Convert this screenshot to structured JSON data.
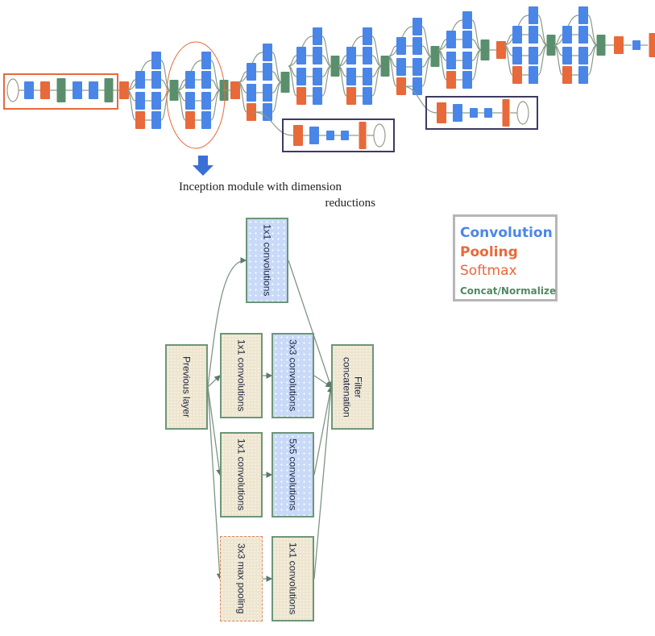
{
  "colors": {
    "convolution": "#4a86e8",
    "pooling": "#e8693a",
    "softmax": "#e8693a",
    "concat": "#5a8f6d",
    "highlight_box": "#e8693a",
    "aux_box": "#3d3a64",
    "edge": "#8a9a8a"
  },
  "caption": {
    "line1": "Inception module with dimension",
    "line2": "reductions"
  },
  "legend": {
    "convolution": "Convolution",
    "pooling": "Pooling",
    "softmax": "Softmax",
    "concat": "Concat/Normalize"
  },
  "network": {
    "nodes": [
      {
        "id": "input",
        "type": "input"
      },
      {
        "id": "c1",
        "type": "conv"
      },
      {
        "id": "p1",
        "type": "pool"
      },
      {
        "id": "n1",
        "type": "concat"
      },
      {
        "id": "c2",
        "type": "conv"
      },
      {
        "id": "c3",
        "type": "conv"
      },
      {
        "id": "n2",
        "type": "concat"
      },
      {
        "id": "p2",
        "type": "pool"
      },
      {
        "id": "i3a",
        "type": "inception"
      },
      {
        "id": "i3b",
        "type": "inception"
      },
      {
        "id": "p3",
        "type": "pool"
      },
      {
        "id": "i4a",
        "type": "inception"
      },
      {
        "id": "i4b",
        "type": "inception"
      },
      {
        "id": "i4c",
        "type": "inception"
      },
      {
        "id": "i4d",
        "type": "inception"
      },
      {
        "id": "i4e",
        "type": "inception"
      },
      {
        "id": "p4",
        "type": "pool"
      },
      {
        "id": "i5a",
        "type": "inception"
      },
      {
        "id": "i5b",
        "type": "inception"
      },
      {
        "id": "avgpool",
        "type": "pool"
      },
      {
        "id": "fc",
        "type": "conv"
      },
      {
        "id": "softmax",
        "type": "softmax"
      },
      {
        "id": "output",
        "type": "output"
      }
    ],
    "aux_classifiers": [
      {
        "from": "i4a",
        "layers": [
          "pool",
          "conv",
          "conv",
          "conv",
          "softmax",
          "output"
        ]
      },
      {
        "from": "i4d",
        "layers": [
          "pool",
          "conv",
          "conv",
          "conv",
          "softmax",
          "output"
        ]
      }
    ],
    "highlighted": {
      "stem_box": "stem layers",
      "ellipse": "i3b"
    }
  },
  "module": {
    "nodes": [
      {
        "id": "prev",
        "label": "Previous layer",
        "style": "beige"
      },
      {
        "id": "b1",
        "label": "1x1 convolutions",
        "style": "blue"
      },
      {
        "id": "b2r",
        "label": "1x1 convolutions",
        "style": "beige"
      },
      {
        "id": "b2",
        "label": "3x3 convolutions",
        "style": "blue"
      },
      {
        "id": "b3r",
        "label": "1x1 convolutions",
        "style": "beige"
      },
      {
        "id": "b3",
        "label": "5x5 convolutions",
        "style": "blue"
      },
      {
        "id": "b4p",
        "label": "3x3 max pooling",
        "style": "beige"
      },
      {
        "id": "b4",
        "label": "1x1 convolutions",
        "style": "beige"
      },
      {
        "id": "concat",
        "label": "Filter concatenation",
        "style": "beige"
      }
    ],
    "edges": [
      [
        "prev",
        "b1"
      ],
      [
        "prev",
        "b2r"
      ],
      [
        "prev",
        "b3r"
      ],
      [
        "prev",
        "b4p"
      ],
      [
        "b2r",
        "b2"
      ],
      [
        "b3r",
        "b3"
      ],
      [
        "b4p",
        "b4"
      ],
      [
        "b1",
        "concat"
      ],
      [
        "b2",
        "concat"
      ],
      [
        "b3",
        "concat"
      ],
      [
        "b4",
        "concat"
      ]
    ]
  }
}
